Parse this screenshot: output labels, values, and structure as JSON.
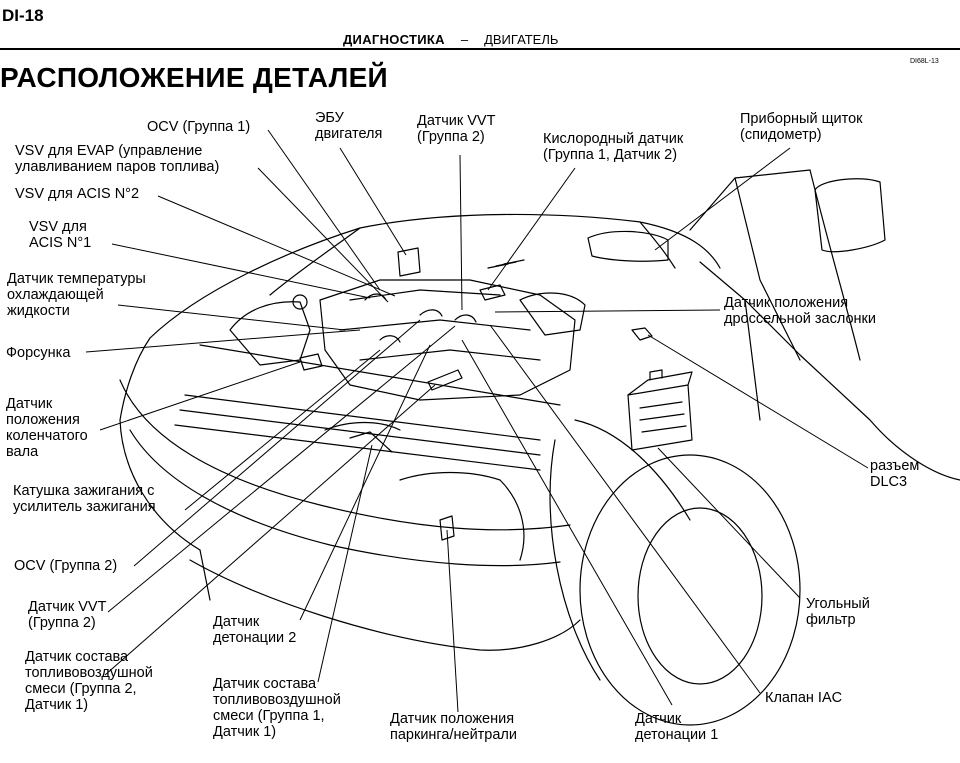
{
  "page_code": "DI-18",
  "header": {
    "section": "ДИАГНОСТИКА",
    "dash": "–",
    "subsection": "ДВИГАТЕЛЬ"
  },
  "figure_ref": "DI68L-13",
  "title": "РАСПОЛОЖЕНИЕ ДЕТАЛЕЙ",
  "labels": {
    "ocv_group1": "OCV (Группа 1)",
    "ecu_1": "ЭБУ",
    "ecu_2": "двигателя",
    "vvt2_top_1": "Датчик VVT",
    "vvt2_top_2": "(Группа 2)",
    "o2_1": "Кислородный датчик",
    "o2_2": "(Группа 1, Датчик 2)",
    "dash_1": "Приборный щиток",
    "dash_2": "(спидометр)",
    "vsv_evap_1": "VSV для EVAP (управление",
    "vsv_evap_2": "улавливанием паров топлива)",
    "vsv_acis2": "VSV для ACIS N°2",
    "vsv_acis1_1": "VSV для",
    "vsv_acis1_2": "ACIS N°1",
    "coolant_1": "Датчик температуры",
    "coolant_2": "охлаждающей",
    "coolant_3": "жидкости",
    "injector": "Форсунка",
    "crank_1": "Датчик",
    "crank_2": "положения",
    "crank_3": "коленчатого",
    "crank_4": "вала",
    "coil_1": "Катушка зажигания с",
    "coil_2": "усилитель  зажигания",
    "ocv_group2": "OCV (Группа 2)",
    "vvt2_bottom_1": "Датчик VVT",
    "vvt2_bottom_2": "(Группа 2)",
    "af2_1": "Датчик состава",
    "af2_2": "топливовоздушной",
    "af2_3": "смеси (Группа 2,",
    "af2_4": "Датчик 1)",
    "knock2_1": "Датчик",
    "knock2_2": "детонации 2",
    "af1_1": "Датчик состава",
    "af1_2": "топливовоздушной",
    "af1_3": "смеси (Группа 1,",
    "af1_4": "Датчик 1)",
    "park_1": "Датчик положения",
    "park_2": "паркинга/нейтрали",
    "knock1_1": "Датчик",
    "knock1_2": "детонации 1",
    "iac": "Клапан IAC",
    "canister_1": "Угольный",
    "canister_2": "фильтр",
    "dlc3_1": "разъем",
    "dlc3_2": "DLC3",
    "throttle_1": "Датчик положения",
    "throttle_2": "дроссельной заслонки"
  }
}
